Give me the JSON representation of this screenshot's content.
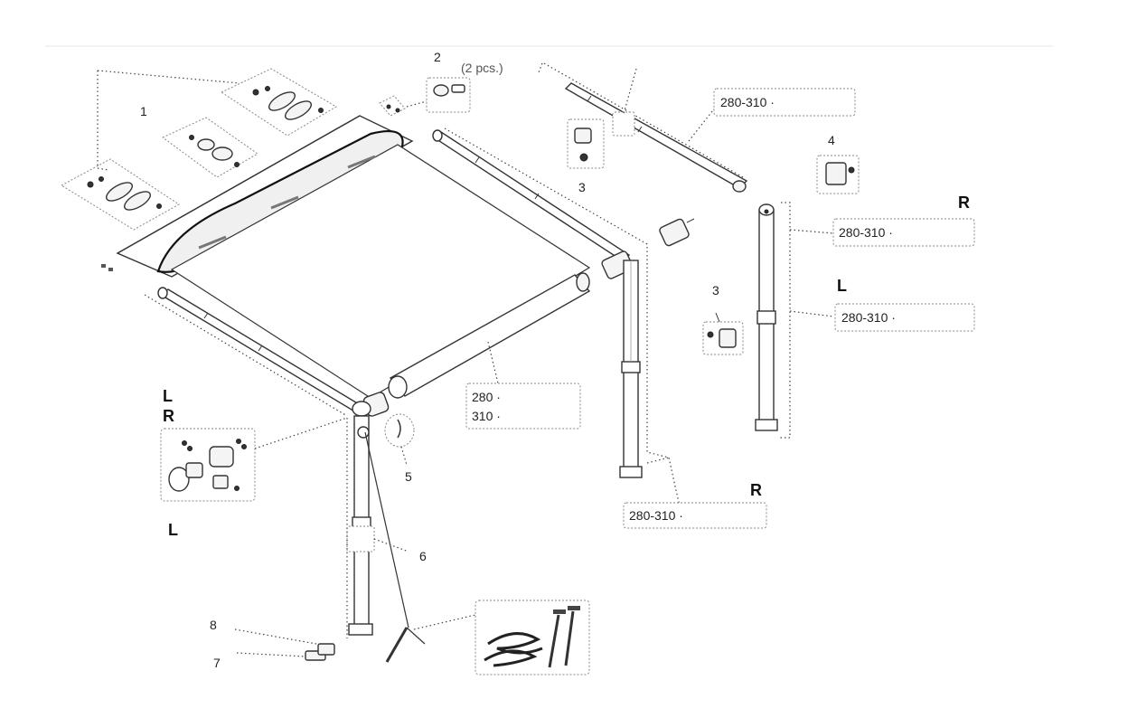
{
  "callouts": {
    "c1": "1",
    "c2": "2",
    "c2_qty": "(2 pcs.)",
    "c3a": "3",
    "c3b": "3",
    "c4": "4",
    "c5": "5",
    "c6": "6",
    "c7": "7",
    "c8": "8"
  },
  "sides": {
    "r_top": "R",
    "l_right": "L",
    "l_left_top": "L",
    "r_left": "R",
    "l_left_bottom": "L",
    "r_bottom": "R"
  },
  "dimensions": {
    "top_rafter": "280-310 ·",
    "right_leg_r": "280-310 ·",
    "right_leg_l": "280-310 ·",
    "roller_a": "280 ·",
    "roller_b": "310 ·",
    "front_leg": "280-310 ·"
  }
}
